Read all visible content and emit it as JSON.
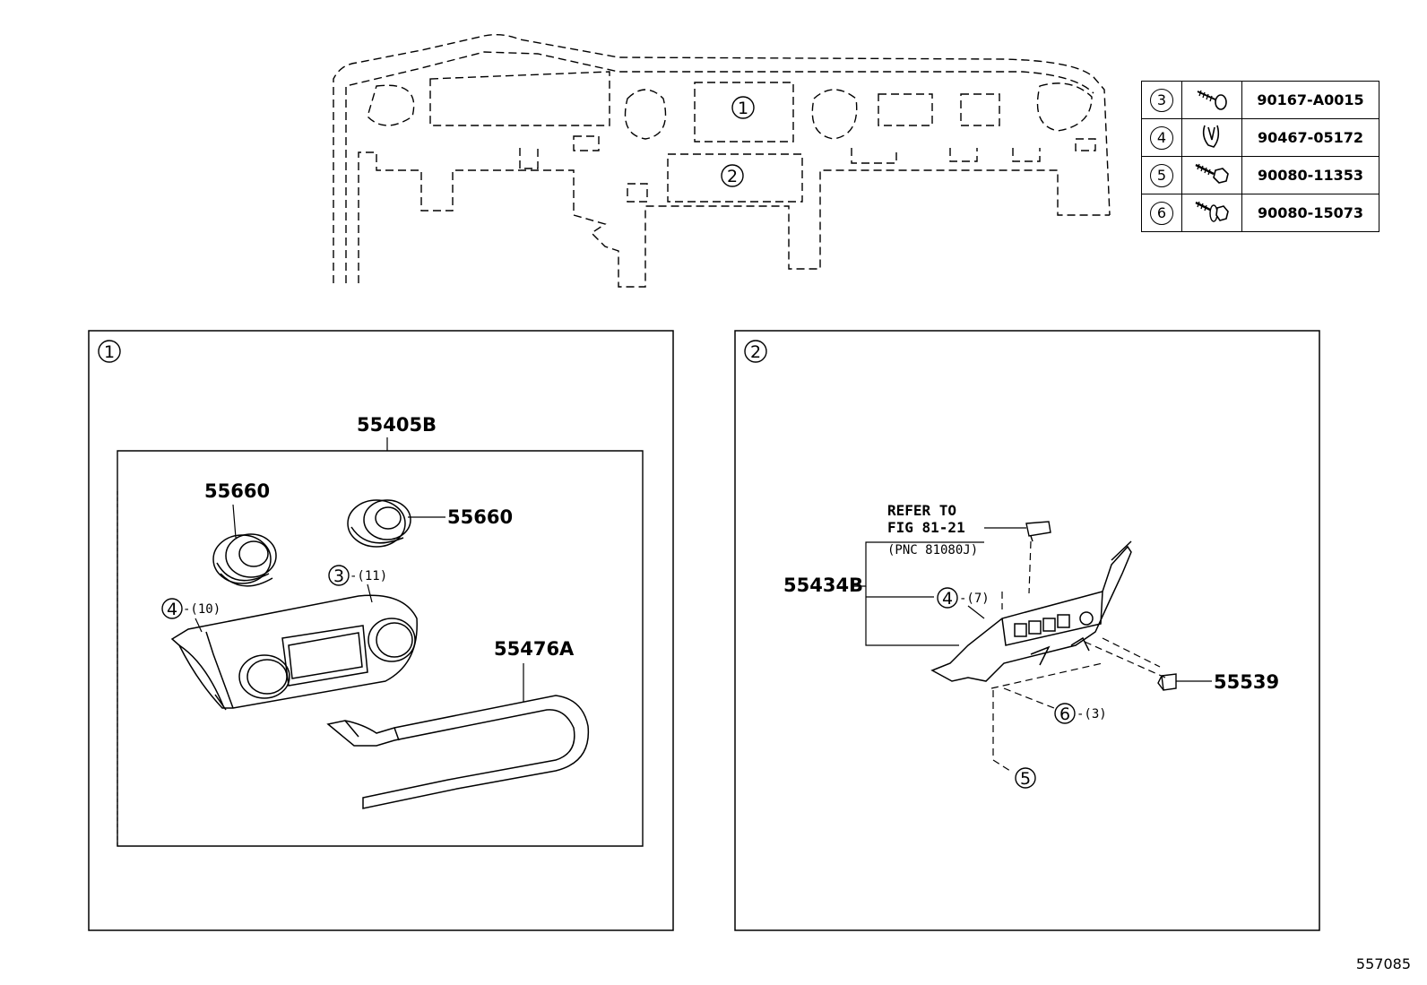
{
  "overview": {
    "callouts": [
      "1",
      "2"
    ]
  },
  "legend": [
    {
      "key": "3",
      "icon": "screw-icon",
      "part": "90167-A0015"
    },
    {
      "key": "4",
      "icon": "clip-icon",
      "part": "90467-05172"
    },
    {
      "key": "5",
      "icon": "bolt-icon",
      "part": "90080-11353"
    },
    {
      "key": "6",
      "icon": "bolt-washer-icon",
      "part": "90080-15073"
    }
  ],
  "panel1": {
    "index": "1",
    "assembly": "55405B",
    "vent_left": "55660",
    "vent_right": "55660",
    "screw_ref": "3",
    "screw_qty": "-(11)",
    "clip_ref": "4",
    "clip_qty": "-(10)",
    "trim": "55476A"
  },
  "panel2": {
    "index": "2",
    "refer_line1": "REFER TO",
    "refer_line2": "FIG 81-21",
    "refer_line3": "(PNC 81080J)",
    "assembly": "55434B",
    "clip_ref": "4",
    "clip_qty": "-(7)",
    "bolt_ref": "6",
    "bolt_qty": "-(3)",
    "bolt2_ref": "5",
    "cover": "55539"
  },
  "doc_number": "557085"
}
